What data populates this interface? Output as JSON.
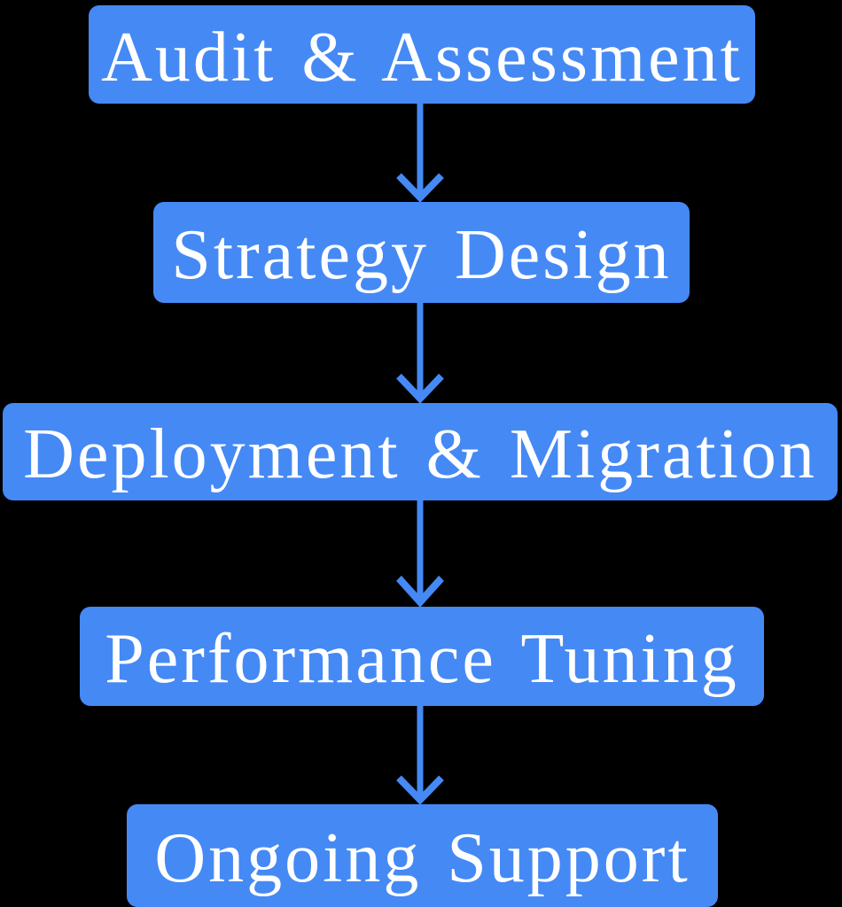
{
  "colors": {
    "background": "#000000",
    "node_fill": "#4589F5",
    "arrow": "#4589F5",
    "text": "#FFFFFF"
  },
  "flowchart": {
    "type": "vertical-process-flow",
    "direction": "top-down",
    "connector_style": "thin-line-chevron-arrow",
    "steps": [
      {
        "label": "Audit & Assessment"
      },
      {
        "label": "Strategy Design"
      },
      {
        "label": "Deployment & Migration"
      },
      {
        "label": "Performance Tuning"
      },
      {
        "label": "Ongoing Support"
      }
    ]
  }
}
